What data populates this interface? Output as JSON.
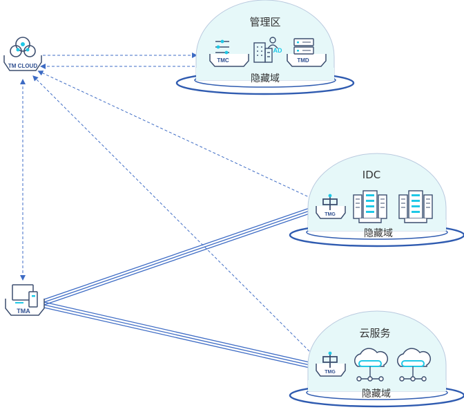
{
  "zones": {
    "mgmt": {
      "title": "管理区",
      "subtitle": "隐藏域"
    },
    "idc": {
      "title": "IDC",
      "subtitle": "隐藏域"
    },
    "cloud": {
      "title": "云服务",
      "subtitle": "隐藏域"
    }
  },
  "nodes": {
    "tm_cloud": {
      "label": "TM CLOUD"
    },
    "tma": {
      "label": "TMA"
    },
    "tmc": {
      "label": "TMC"
    },
    "ad": {
      "label": "AD"
    },
    "tmd": {
      "label": "TMD"
    },
    "tmg_idc": {
      "label": "TMG"
    },
    "tmg_cloud": {
      "label": "TMG"
    }
  },
  "colors": {
    "line": "#3d6bc4",
    "icon": "#3b4d6e",
    "accent": "#1ec8e6",
    "dome_fill": "#e6f8f9",
    "dome_stroke": "#b9c9de",
    "ring": "#2f5bb0"
  }
}
